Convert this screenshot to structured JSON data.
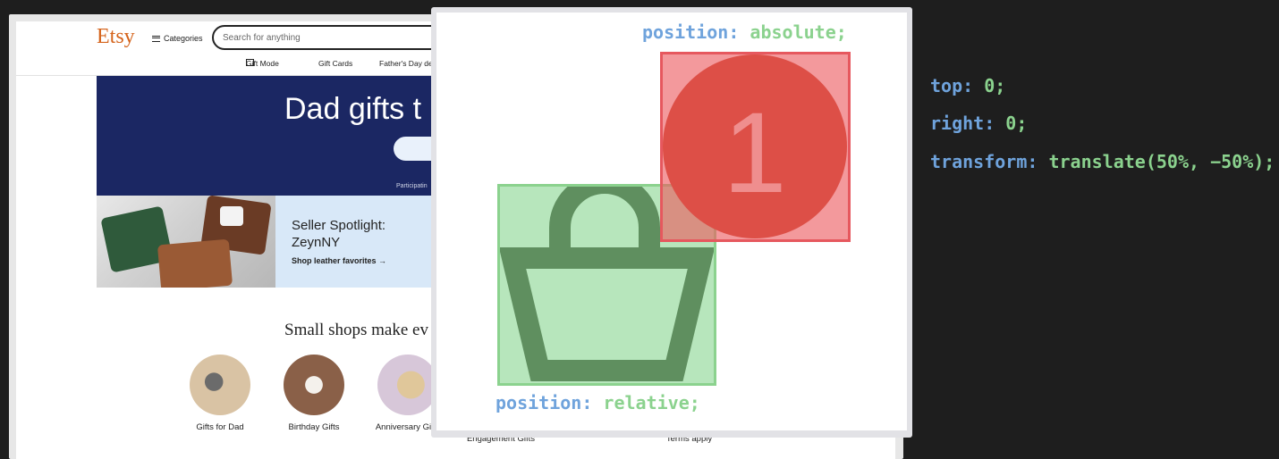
{
  "etsy": {
    "logo": "Etsy",
    "categories_label": "Categories",
    "search_placeholder": "Search for anything",
    "subnav": [
      "Gift Mode",
      "Gift Cards",
      "Father's Day de"
    ],
    "hero_title": "Dad gifts t",
    "hero_note": "Participatin",
    "spotlight_title": "Seller Spotlight:",
    "spotlight_name": "ZeynNY",
    "spotlight_link": "Shop leather favorites →",
    "section_title": "Small shops make ev",
    "categories": [
      {
        "label": "Gifts for Dad"
      },
      {
        "label": "Birthday Gifts"
      },
      {
        "label": "Anniversary Gifts"
      },
      {
        "label": "Engagement Gifts"
      },
      {
        "label": "Terms apply"
      }
    ]
  },
  "diagram": {
    "absolute_prop": "position:",
    "absolute_val": "absolute;",
    "relative_prop": "position:",
    "relative_val": "relative;",
    "badge_number": "1",
    "icons": [
      "shopping-bag-icon",
      "notification-badge"
    ]
  },
  "code_panel": {
    "lines": [
      {
        "prop": "top:",
        "val": "0;"
      },
      {
        "prop": "right:",
        "val": "0;"
      },
      {
        "prop": "transform:",
        "val": "translate(50%, −50%);"
      }
    ]
  },
  "colors": {
    "property": "#6fa3dc",
    "value": "#8bd28e",
    "badge": "#e6585e",
    "bag_fill": "#b7e6bc",
    "bag_icon": "#5f8f5f",
    "etsy_orange": "#d5641c",
    "hero_blue": "#1b2763",
    "spotlight_bg": "#d8e8f8"
  }
}
